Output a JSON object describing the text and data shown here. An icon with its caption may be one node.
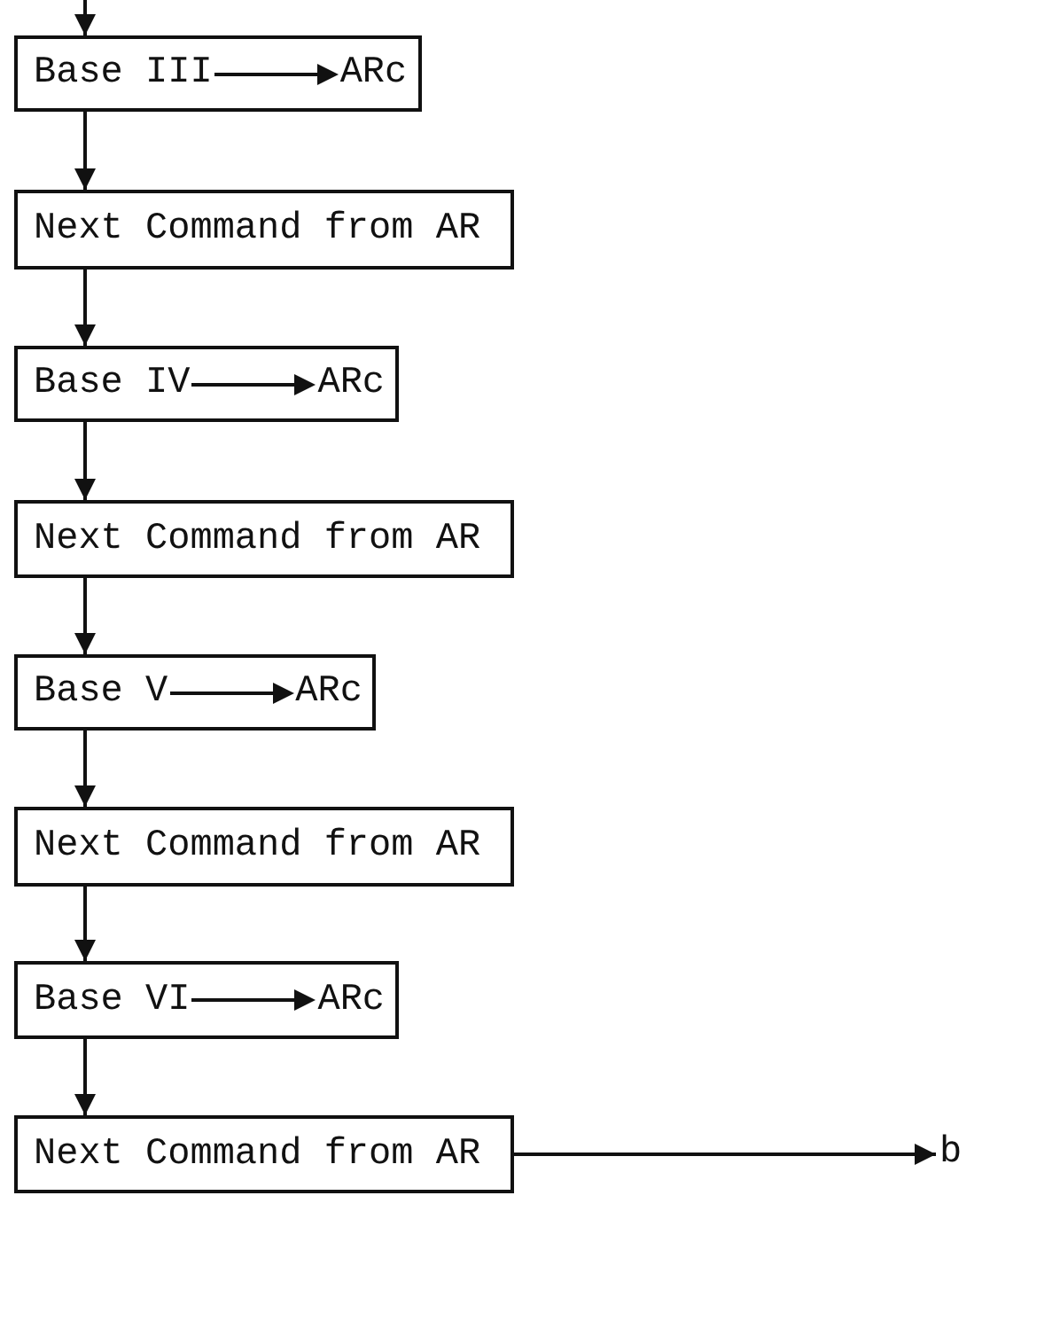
{
  "diagram": {
    "nodes": [
      {
        "text": [
          "Base III",
          "ARc"
        ]
      },
      {
        "text": [
          "Next Command from AR"
        ]
      },
      {
        "text": [
          "Base IV",
          "ARc"
        ]
      },
      {
        "text": [
          "Next Command from AR"
        ]
      },
      {
        "text": [
          "Base V",
          "ARc"
        ]
      },
      {
        "text": [
          "Next Command from AR"
        ]
      },
      {
        "text": [
          "Base VI",
          "ARc"
        ]
      },
      {
        "text": [
          "Next Command from AR"
        ]
      },
      {
        "text": [
          "b"
        ]
      }
    ],
    "edges": [
      {
        "from": null,
        "to": 0,
        "arrow": "to"
      },
      {
        "from": 0,
        "to": 1,
        "arrow": "to"
      },
      {
        "from": 1,
        "to": 2,
        "arrow": "to"
      },
      {
        "from": 2,
        "to": 3,
        "arrow": "to"
      },
      {
        "from": 3,
        "to": 4,
        "arrow": "to"
      },
      {
        "from": 4,
        "to": 5,
        "arrow": "to"
      },
      {
        "from": 5,
        "to": 6,
        "arrow": "to"
      },
      {
        "from": 6,
        "to": 7,
        "arrow": "to"
      },
      {
        "from": 7,
        "to": 8,
        "arrow": "to"
      }
    ]
  }
}
